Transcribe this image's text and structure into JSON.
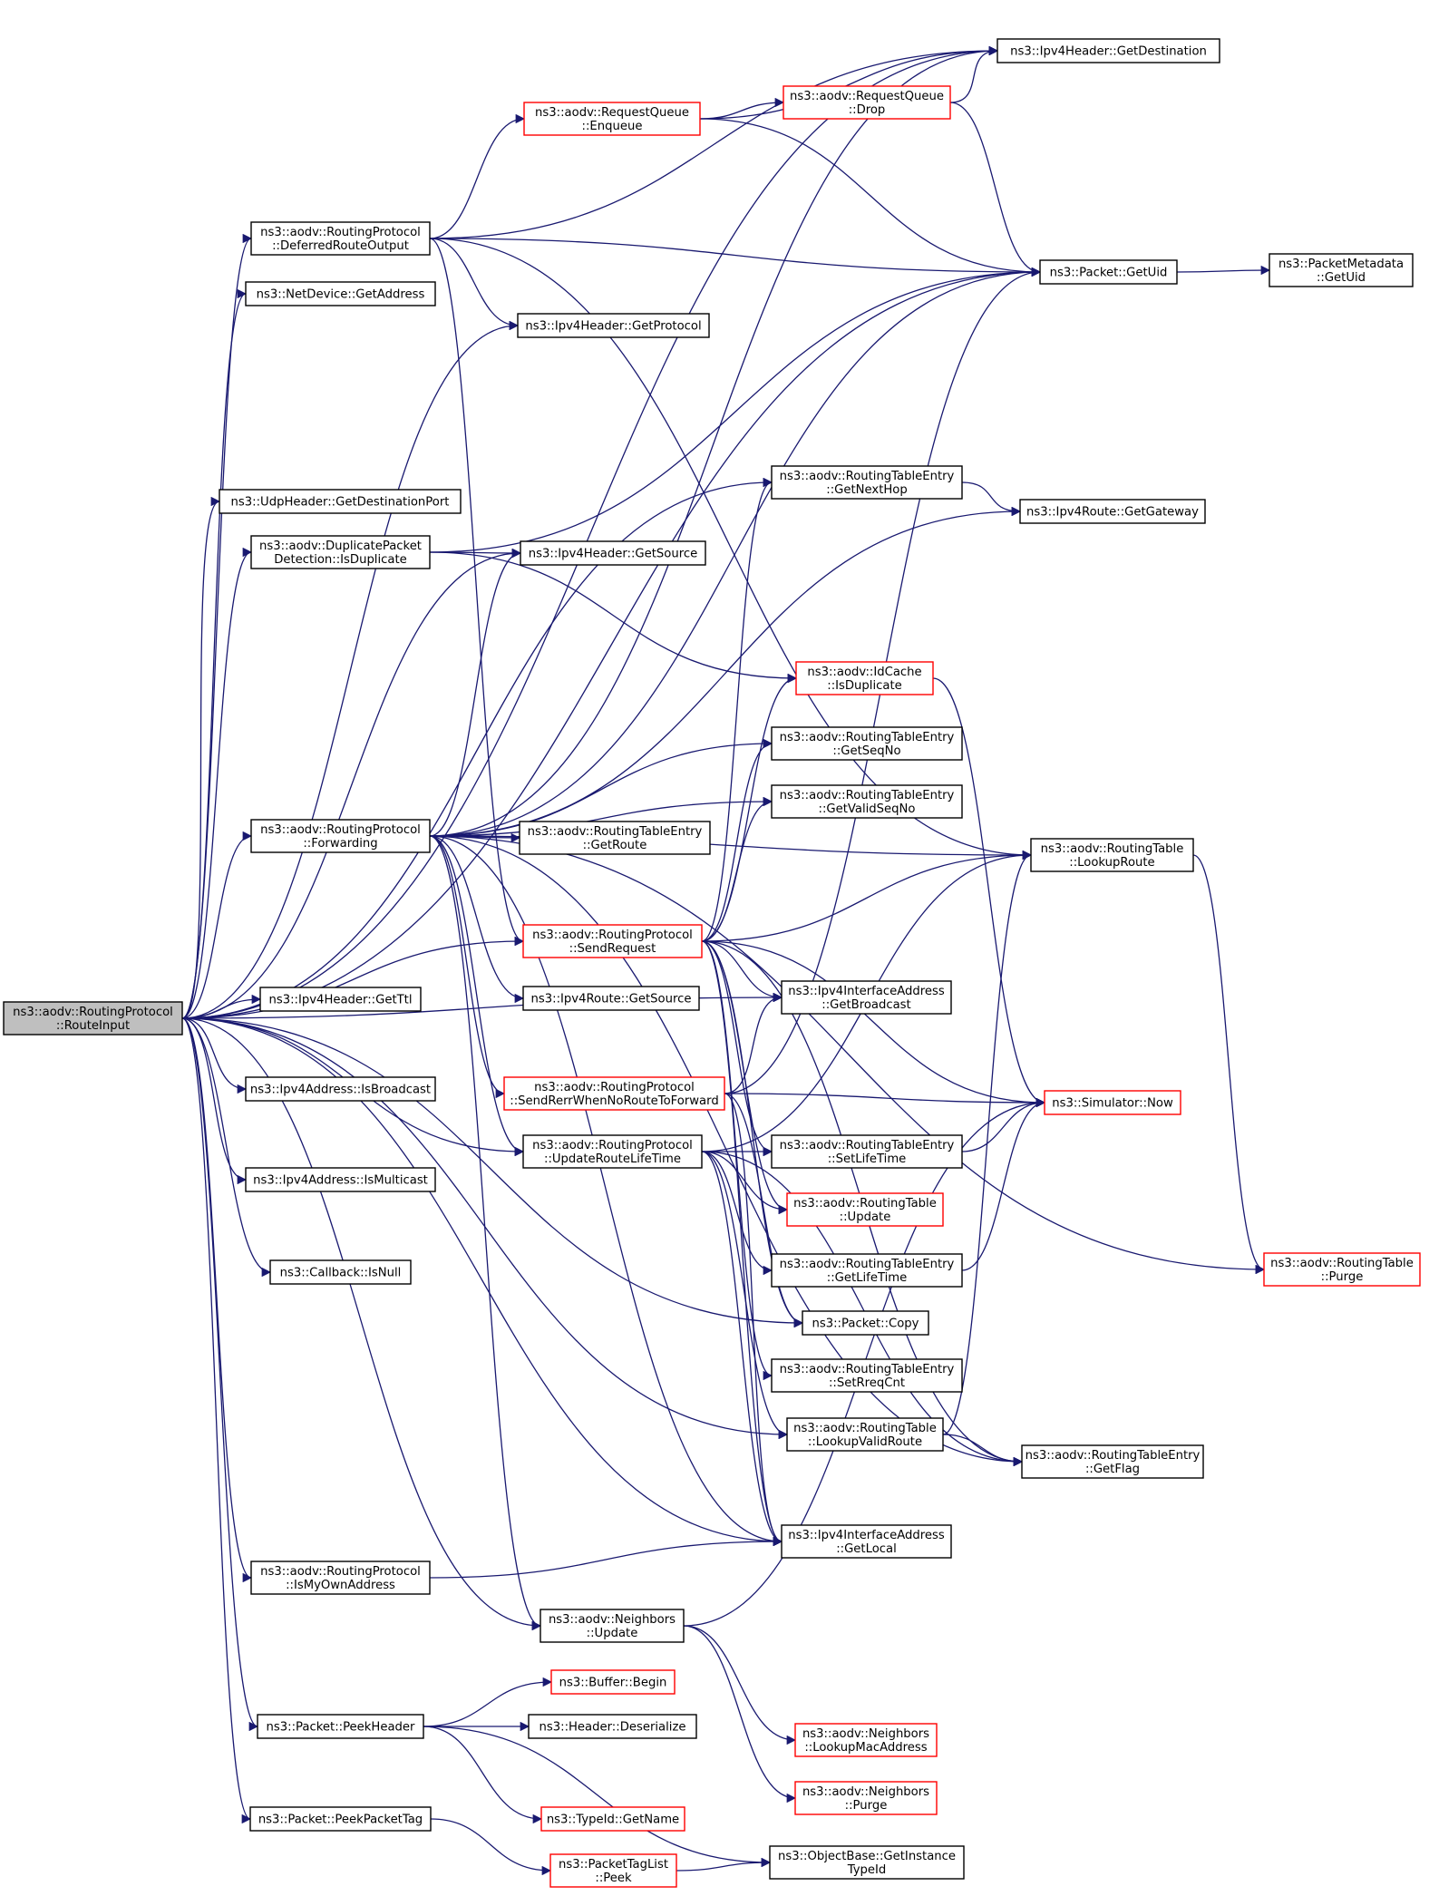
{
  "colors": {
    "edge": "#191970",
    "border_normal": "#000000",
    "border_truncated": "#ff0000",
    "root_fill": "#bfbfbf",
    "node_fill": "#ffffff"
  },
  "nodes": [
    {
      "id": "route_input",
      "lines": [
        "ns3::aodv::RoutingProtocol",
        "::RouteInput"
      ],
      "style": "root"
    },
    {
      "id": "deferred_route_output",
      "lines": [
        "ns3::aodv::RoutingProtocol",
        "::DeferredRouteOutput"
      ],
      "style": "normal"
    },
    {
      "id": "netdevice_getaddress",
      "lines": [
        "ns3::NetDevice::GetAddress"
      ],
      "style": "normal"
    },
    {
      "id": "udp_getdestport",
      "lines": [
        "ns3::UdpHeader::GetDestinationPort"
      ],
      "style": "normal"
    },
    {
      "id": "dpd_isduplicate",
      "lines": [
        "ns3::aodv::DuplicatePacket",
        "Detection::IsDuplicate"
      ],
      "style": "normal"
    },
    {
      "id": "forwarding",
      "lines": [
        "ns3::aodv::RoutingProtocol",
        "::Forwarding"
      ],
      "style": "normal"
    },
    {
      "id": "ipv4header_getttl",
      "lines": [
        "ns3::Ipv4Header::GetTtl"
      ],
      "style": "normal"
    },
    {
      "id": "ipv4addr_isbroadcast",
      "lines": [
        "ns3::Ipv4Address::IsBroadcast"
      ],
      "style": "normal"
    },
    {
      "id": "ipv4addr_ismulticast",
      "lines": [
        "ns3::Ipv4Address::IsMulticast"
      ],
      "style": "normal"
    },
    {
      "id": "callback_isnull",
      "lines": [
        "ns3::Callback::IsNull"
      ],
      "style": "normal"
    },
    {
      "id": "is_my_own_address",
      "lines": [
        "ns3::aodv::RoutingProtocol",
        "::IsMyOwnAddress"
      ],
      "style": "normal"
    },
    {
      "id": "packet_peekheader",
      "lines": [
        "ns3::Packet::PeekHeader"
      ],
      "style": "normal"
    },
    {
      "id": "packet_peekpackettag",
      "lines": [
        "ns3::Packet::PeekPacketTag"
      ],
      "style": "normal"
    },
    {
      "id": "requestqueue_enqueue",
      "lines": [
        "ns3::aodv::RequestQueue",
        "::Enqueue"
      ],
      "style": "truncated"
    },
    {
      "id": "requestqueue_drop",
      "lines": [
        "ns3::aodv::RequestQueue",
        "::Drop"
      ],
      "style": "truncated"
    },
    {
      "id": "ipv4header_getdestination",
      "lines": [
        "ns3::Ipv4Header::GetDestination"
      ],
      "style": "normal"
    },
    {
      "id": "packet_getuid",
      "lines": [
        "ns3::Packet::GetUid"
      ],
      "style": "normal"
    },
    {
      "id": "packetmetadata_getuid",
      "lines": [
        "ns3::PacketMetadata",
        "::GetUid"
      ],
      "style": "normal"
    },
    {
      "id": "ipv4header_getprotocol",
      "lines": [
        "ns3::Ipv4Header::GetProtocol"
      ],
      "style": "normal"
    },
    {
      "id": "rte_getnexthop",
      "lines": [
        "ns3::aodv::RoutingTableEntry",
        "::GetNextHop"
      ],
      "style": "normal"
    },
    {
      "id": "ipv4route_getgateway",
      "lines": [
        "ns3::Ipv4Route::GetGateway"
      ],
      "style": "normal"
    },
    {
      "id": "ipv4header_getsource",
      "lines": [
        "ns3::Ipv4Header::GetSource"
      ],
      "style": "normal"
    },
    {
      "id": "idcache_isduplicate",
      "lines": [
        "ns3::aodv::IdCache",
        "::IsDuplicate"
      ],
      "style": "truncated"
    },
    {
      "id": "rte_getseqno",
      "lines": [
        "ns3::aodv::RoutingTableEntry",
        "::GetSeqNo"
      ],
      "style": "normal"
    },
    {
      "id": "rte_getvalidseqno",
      "lines": [
        "ns3::aodv::RoutingTableEntry",
        "::GetValidSeqNo"
      ],
      "style": "normal"
    },
    {
      "id": "rte_getroute",
      "lines": [
        "ns3::aodv::RoutingTableEntry",
        "::GetRoute"
      ],
      "style": "normal"
    },
    {
      "id": "rt_lookuproute",
      "lines": [
        "ns3::aodv::RoutingTable",
        "::LookupRoute"
      ],
      "style": "normal"
    },
    {
      "id": "send_request",
      "lines": [
        "ns3::aodv::RoutingProtocol",
        "::SendRequest"
      ],
      "style": "truncated"
    },
    {
      "id": "ipv4route_getsource",
      "lines": [
        "ns3::Ipv4Route::GetSource"
      ],
      "style": "normal"
    },
    {
      "id": "ipv4ifaddr_getbroadcast",
      "lines": [
        "ns3::Ipv4InterfaceAddress",
        "::GetBroadcast"
      ],
      "style": "normal"
    },
    {
      "id": "send_rerr",
      "lines": [
        "ns3::aodv::RoutingProtocol",
        "::SendRerrWhenNoRouteToForward"
      ],
      "style": "truncated"
    },
    {
      "id": "simulator_now",
      "lines": [
        "ns3::Simulator::Now"
      ],
      "style": "truncated"
    },
    {
      "id": "update_route_lifetime",
      "lines": [
        "ns3::aodv::RoutingProtocol",
        "::UpdateRouteLifeTime"
      ],
      "style": "normal"
    },
    {
      "id": "rte_setlifetime",
      "lines": [
        "ns3::aodv::RoutingTableEntry",
        "::SetLifeTime"
      ],
      "style": "normal"
    },
    {
      "id": "rt_update",
      "lines": [
        "ns3::aodv::RoutingTable",
        "::Update"
      ],
      "style": "truncated"
    },
    {
      "id": "rte_getlifetime",
      "lines": [
        "ns3::aodv::RoutingTableEntry",
        "::GetLifeTime"
      ],
      "style": "normal"
    },
    {
      "id": "rt_purge",
      "lines": [
        "ns3::aodv::RoutingTable",
        "::Purge"
      ],
      "style": "truncated"
    },
    {
      "id": "packet_copy",
      "lines": [
        "ns3::Packet::Copy"
      ],
      "style": "normal"
    },
    {
      "id": "rte_setrreqcnt",
      "lines": [
        "ns3::aodv::RoutingTableEntry",
        "::SetRreqCnt"
      ],
      "style": "normal"
    },
    {
      "id": "rt_lookupvalidroute",
      "lines": [
        "ns3::aodv::RoutingTable",
        "::LookupValidRoute"
      ],
      "style": "normal"
    },
    {
      "id": "rte_getflag",
      "lines": [
        "ns3::aodv::RoutingTableEntry",
        "::GetFlag"
      ],
      "style": "normal"
    },
    {
      "id": "ipv4ifaddr_getlocal",
      "lines": [
        "ns3::Ipv4InterfaceAddress",
        "::GetLocal"
      ],
      "style": "normal"
    },
    {
      "id": "neighbors_update",
      "lines": [
        "ns3::aodv::Neighbors",
        "::Update"
      ],
      "style": "normal"
    },
    {
      "id": "buffer_begin",
      "lines": [
        "ns3::Buffer::Begin"
      ],
      "style": "truncated"
    },
    {
      "id": "header_deserialize",
      "lines": [
        "ns3::Header::Deserialize"
      ],
      "style": "normal"
    },
    {
      "id": "neighbors_lookupmac",
      "lines": [
        "ns3::aodv::Neighbors",
        "::LookupMacAddress"
      ],
      "style": "truncated"
    },
    {
      "id": "neighbors_purge",
      "lines": [
        "ns3::aodv::Neighbors",
        "::Purge"
      ],
      "style": "truncated"
    },
    {
      "id": "typeid_getname",
      "lines": [
        "ns3::TypeId::GetName"
      ],
      "style": "truncated"
    },
    {
      "id": "packettaglist_peek",
      "lines": [
        "ns3::PacketTagList",
        "::Peek"
      ],
      "style": "truncated"
    },
    {
      "id": "objectbase_getinstancetypeid",
      "lines": [
        "ns3::ObjectBase::GetInstance",
        "TypeId"
      ],
      "style": "normal"
    }
  ],
  "edges": [
    [
      "route_input",
      "deferred_route_output"
    ],
    [
      "route_input",
      "netdevice_getaddress"
    ],
    [
      "route_input",
      "udp_getdestport"
    ],
    [
      "route_input",
      "dpd_isduplicate"
    ],
    [
      "route_input",
      "forwarding"
    ],
    [
      "route_input",
      "ipv4header_getttl"
    ],
    [
      "route_input",
      "ipv4addr_isbroadcast"
    ],
    [
      "route_input",
      "ipv4addr_ismulticast"
    ],
    [
      "route_input",
      "callback_isnull"
    ],
    [
      "route_input",
      "is_my_own_address"
    ],
    [
      "route_input",
      "packet_peekheader"
    ],
    [
      "route_input",
      "packet_peekpackettag"
    ],
    [
      "route_input",
      "ipv4header_getdestination"
    ],
    [
      "route_input",
      "packet_getuid"
    ],
    [
      "route_input",
      "ipv4header_getprotocol"
    ],
    [
      "route_input",
      "rte_getnexthop"
    ],
    [
      "route_input",
      "ipv4header_getsource"
    ],
    [
      "route_input",
      "send_request"
    ],
    [
      "route_input",
      "ipv4ifaddr_getbroadcast"
    ],
    [
      "route_input",
      "update_route_lifetime"
    ],
    [
      "route_input",
      "packet_copy"
    ],
    [
      "route_input",
      "rt_lookupvalidroute"
    ],
    [
      "route_input",
      "ipv4ifaddr_getlocal"
    ],
    [
      "route_input",
      "neighbors_update"
    ],
    [
      "deferred_route_output",
      "ipv4header_getdestination"
    ],
    [
      "deferred_route_output",
      "requestqueue_enqueue"
    ],
    [
      "deferred_route_output",
      "packet_getuid"
    ],
    [
      "deferred_route_output",
      "ipv4header_getprotocol"
    ],
    [
      "deferred_route_output",
      "rt_lookuproute"
    ],
    [
      "deferred_route_output",
      "send_request"
    ],
    [
      "requestqueue_enqueue",
      "requestqueue_drop"
    ],
    [
      "requestqueue_enqueue",
      "ipv4header_getdestination"
    ],
    [
      "requestqueue_enqueue",
      "packet_getuid"
    ],
    [
      "requestqueue_drop",
      "ipv4header_getdestination"
    ],
    [
      "requestqueue_drop",
      "packet_getuid"
    ],
    [
      "packet_getuid",
      "packetmetadata_getuid"
    ],
    [
      "rte_getnexthop",
      "ipv4route_getgateway"
    ],
    [
      "dpd_isduplicate",
      "ipv4header_getsource"
    ],
    [
      "dpd_isduplicate",
      "packet_getuid"
    ],
    [
      "dpd_isduplicate",
      "idcache_isduplicate"
    ],
    [
      "idcache_isduplicate",
      "simulator_now"
    ],
    [
      "forwarding",
      "ipv4header_getdestination"
    ],
    [
      "forwarding",
      "ipv4header_getsource"
    ],
    [
      "forwarding",
      "ipv4route_getgateway"
    ],
    [
      "forwarding",
      "rte_getseqno"
    ],
    [
      "forwarding",
      "rte_getvalidseqno"
    ],
    [
      "forwarding",
      "rte_getroute"
    ],
    [
      "forwarding",
      "rt_lookuproute"
    ],
    [
      "forwarding",
      "ipv4route_getsource"
    ],
    [
      "forwarding",
      "send_rerr"
    ],
    [
      "forwarding",
      "update_route_lifetime"
    ],
    [
      "forwarding",
      "packet_getuid"
    ],
    [
      "forwarding",
      "ipv4ifaddr_getlocal"
    ],
    [
      "forwarding",
      "neighbors_update"
    ],
    [
      "forwarding",
      "rte_getflag"
    ],
    [
      "forwarding",
      "rt_purge"
    ],
    [
      "send_request",
      "rt_lookuproute"
    ],
    [
      "send_request",
      "rte_getseqno"
    ],
    [
      "send_request",
      "rte_getvalidseqno"
    ],
    [
      "send_request",
      "idcache_isduplicate"
    ],
    [
      "send_request",
      "rte_getnexthop"
    ],
    [
      "send_request",
      "ipv4ifaddr_getbroadcast"
    ],
    [
      "send_request",
      "simulator_now"
    ],
    [
      "send_request",
      "rte_setlifetime"
    ],
    [
      "send_request",
      "rt_update"
    ],
    [
      "send_request",
      "rte_getflag"
    ],
    [
      "send_request",
      "ipv4ifaddr_getlocal"
    ],
    [
      "send_request",
      "packet_copy"
    ],
    [
      "send_request",
      "rte_setrreqcnt"
    ],
    [
      "send_rerr",
      "ipv4ifaddr_getbroadcast"
    ],
    [
      "send_rerr",
      "simulator_now"
    ],
    [
      "send_rerr",
      "packet_getuid"
    ],
    [
      "send_rerr",
      "packet_copy"
    ],
    [
      "send_rerr",
      "ipv4ifaddr_getlocal"
    ],
    [
      "update_route_lifetime",
      "rt_lookuproute"
    ],
    [
      "update_route_lifetime",
      "rte_setlifetime"
    ],
    [
      "update_route_lifetime",
      "rt_update"
    ],
    [
      "update_route_lifetime",
      "rte_getlifetime"
    ],
    [
      "update_route_lifetime",
      "rt_lookupvalidroute"
    ],
    [
      "update_route_lifetime",
      "rte_getflag"
    ],
    [
      "update_route_lifetime",
      "ipv4ifaddr_getlocal"
    ],
    [
      "rte_setlifetime",
      "simulator_now"
    ],
    [
      "rte_getlifetime",
      "simulator_now"
    ],
    [
      "rt_lookuproute",
      "rt_purge"
    ],
    [
      "rt_lookupvalidroute",
      "rt_lookuproute"
    ],
    [
      "rt_lookupvalidroute",
      "rte_getflag"
    ],
    [
      "is_my_own_address",
      "ipv4ifaddr_getlocal"
    ],
    [
      "neighbors_update",
      "simulator_now"
    ],
    [
      "neighbors_update",
      "neighbors_lookupmac"
    ],
    [
      "neighbors_update",
      "neighbors_purge"
    ],
    [
      "packet_peekheader",
      "buffer_begin"
    ],
    [
      "packet_peekheader",
      "header_deserialize"
    ],
    [
      "packet_peekheader",
      "typeid_getname"
    ],
    [
      "packet_peekheader",
      "objectbase_getinstancetypeid"
    ],
    [
      "packet_peekpackettag",
      "packettaglist_peek"
    ],
    [
      "packettaglist_peek",
      "objectbase_getinstancetypeid"
    ]
  ]
}
